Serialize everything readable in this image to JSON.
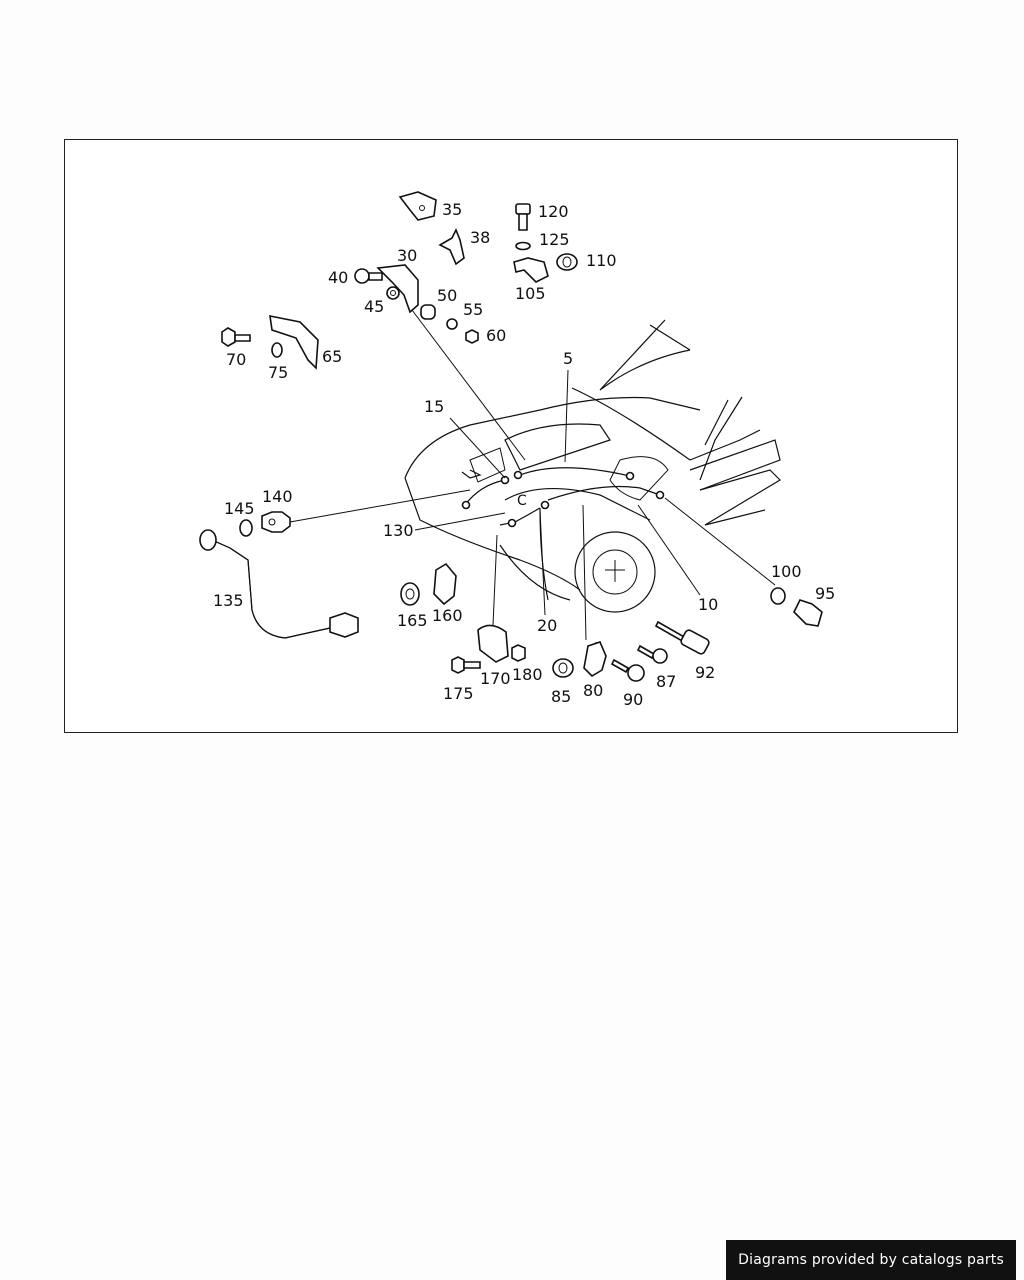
{
  "callouts": {
    "c5": "5",
    "c10": "10",
    "c15": "15",
    "c20": "20",
    "c30": "30",
    "c35": "35",
    "c38": "38",
    "c40": "40",
    "c45": "45",
    "c50": "50",
    "c55": "55",
    "c60": "60",
    "c65": "65",
    "c70": "70",
    "c75": "75",
    "c80": "80",
    "c85": "85",
    "c87": "87",
    "c90": "90",
    "c92": "92",
    "c95": "95",
    "c100": "100",
    "c105": "105",
    "c110": "110",
    "c120": "120",
    "c125": "125",
    "c130": "130",
    "c135": "135",
    "c140": "140",
    "c145": "145",
    "c160": "160",
    "c165": "165",
    "c170": "170",
    "c175": "175",
    "c180": "180"
  },
  "credit": "Diagrams provided by catalogs parts"
}
